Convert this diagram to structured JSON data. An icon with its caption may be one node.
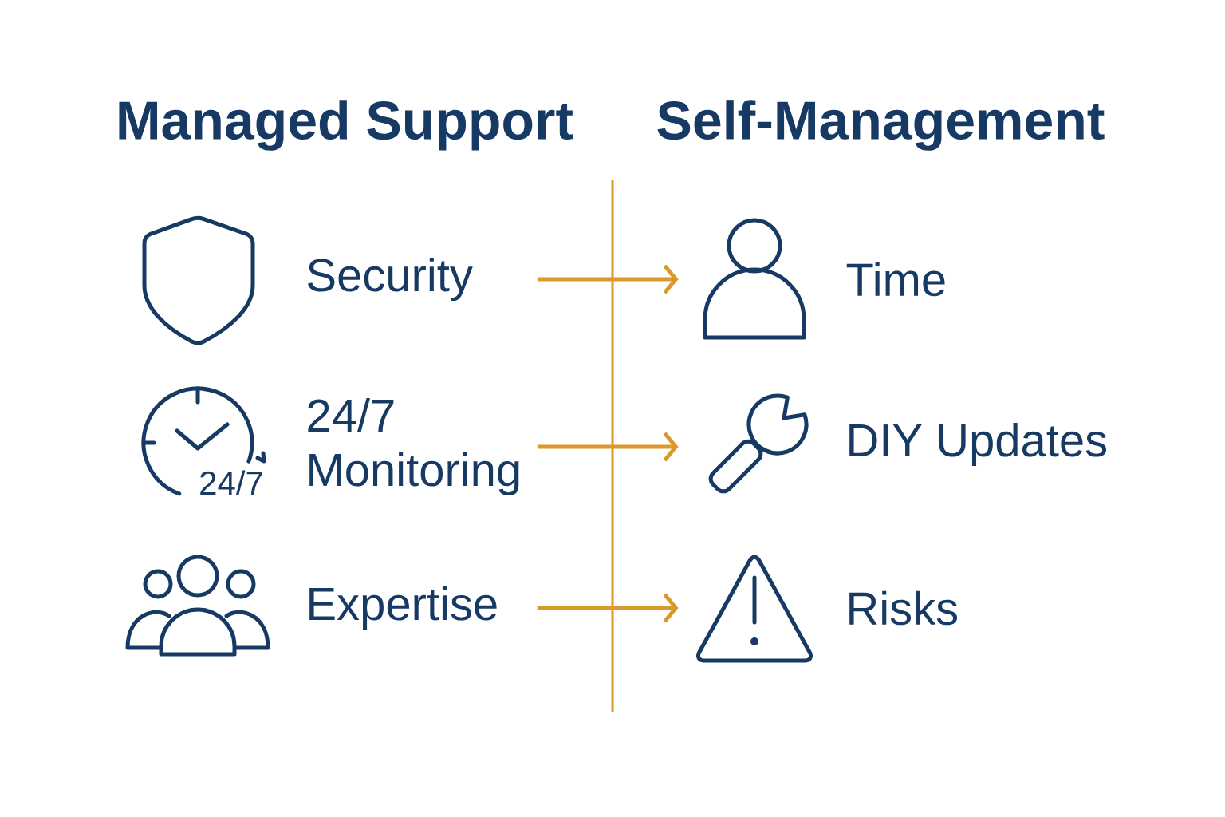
{
  "diagram": {
    "nodes": [
      {
        "text": [
          "Security"
        ]
      },
      {
        "text": [
          "24/7 Monitoring"
        ]
      },
      {
        "text": [
          "Expertise"
        ]
      },
      {
        "text": [],
        "shape": "person"
      },
      {
        "text": [
          "Time"
        ]
      },
      {
        "text": [],
        "shape": "wrench"
      },
      {
        "text": [
          "DIY Updates"
        ]
      },
      {
        "text": [],
        "shape": "triangle"
      },
      {
        "text": [
          "Risks"
        ]
      }
    ],
    "edges": [
      {
        "from": 0,
        "to": 3,
        "arrow": "to"
      },
      {
        "from": 1,
        "to": 5,
        "arrow": "to"
      },
      {
        "from": 2,
        "to": 7,
        "arrow": "to"
      }
    ],
    "labels": [
      "Managed Support",
      "Self-Management",
      "24/7"
    ]
  }
}
